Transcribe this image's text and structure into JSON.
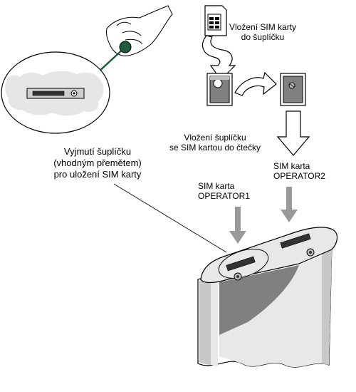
{
  "labels": {
    "remove_tray": [
      "Vyjmutí šuplíčku",
      "(vhodným přemětem)",
      "pro uložení  SIM karty"
    ],
    "insert_sim": [
      "Vložení SIM karty",
      "do šuplíčku"
    ],
    "insert_tray": [
      "Vložení šuplíčku",
      "se SIM kartou do čtečky"
    ],
    "operator2": [
      "SIM karta",
      "OPERATOR2"
    ],
    "operator1": [
      "SIM karta",
      "OPERATOR1"
    ]
  },
  "colors": {
    "line": "#000000",
    "arrow_gray": "#999999",
    "panel_light": "#e8e8e8",
    "panel_mid": "#c0c0c0",
    "panel_dark": "#808080",
    "pen_head": "#1f5e3c",
    "pen_shaft": "#1f5e3c"
  },
  "icons": [
    "hand-with-stylus",
    "sim-card",
    "sim-tray",
    "card-reader-device"
  ]
}
